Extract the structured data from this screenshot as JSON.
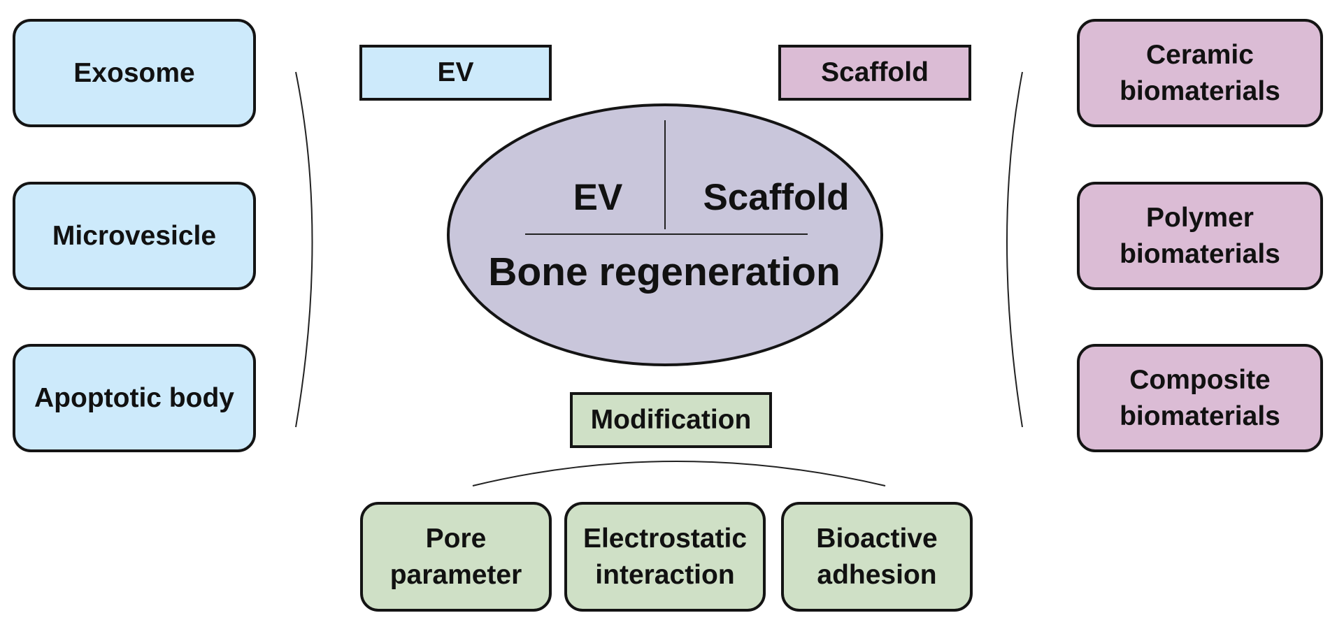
{
  "diagram": {
    "center": {
      "left_label": "EV",
      "right_label": "Scaffold",
      "bottom_label": "Bone regeneration"
    },
    "ev": {
      "header": "EV",
      "color": "#cdeafb",
      "items": [
        "Exosome",
        "Microvesicle",
        "Apoptotic body"
      ]
    },
    "scaffold": {
      "header": "Scaffold",
      "color": "#dbbcd5",
      "items": [
        "Ceramic\nbiomaterials",
        "Polymer\nbiomaterials",
        "Composite\nbiomaterials"
      ]
    },
    "modification": {
      "header": "Modification",
      "color": "#cfe0c6",
      "items": [
        "Pore\nparameter",
        "Electrostatic\ninteraction",
        "Bioactive\nadhesion"
      ]
    },
    "ellipse_color": "#c9c6db"
  }
}
